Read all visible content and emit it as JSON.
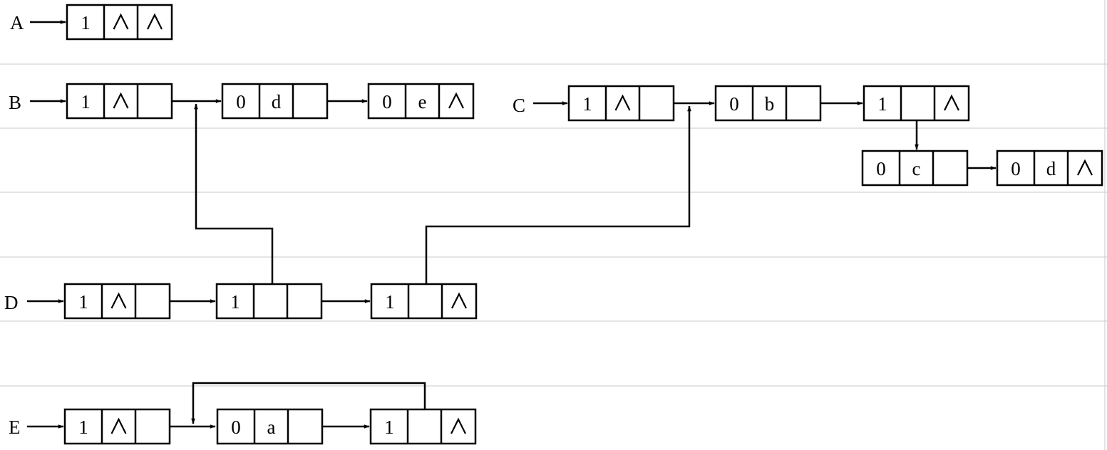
{
  "lists": {
    "A": {
      "label": "A",
      "nodes": [
        {
          "cells": [
            "1",
            "∧",
            "∧"
          ]
        }
      ]
    },
    "B": {
      "label": "B",
      "nodes": [
        {
          "cells": [
            "1",
            "∧",
            ""
          ]
        },
        {
          "cells": [
            "0",
            "d",
            ""
          ]
        },
        {
          "cells": [
            "0",
            "e",
            "∧"
          ]
        }
      ]
    },
    "C": {
      "label": "C",
      "nodes": [
        {
          "cells": [
            "1",
            "∧",
            ""
          ]
        },
        {
          "cells": [
            "0",
            "b",
            ""
          ]
        },
        {
          "cells": [
            "1",
            "",
            "∧"
          ]
        },
        {
          "cells": [
            "0",
            "c",
            ""
          ]
        },
        {
          "cells": [
            "0",
            "d",
            "∧"
          ]
        }
      ]
    },
    "D": {
      "label": "D",
      "nodes": [
        {
          "cells": [
            "1",
            "∧",
            ""
          ]
        },
        {
          "cells": [
            "1",
            "",
            ""
          ]
        },
        {
          "cells": [
            "1",
            "",
            "∧"
          ]
        }
      ]
    },
    "E": {
      "label": "E",
      "nodes": [
        {
          "cells": [
            "1",
            "∧",
            ""
          ]
        },
        {
          "cells": [
            "0",
            "a",
            ""
          ]
        },
        {
          "cells": [
            "1",
            "",
            "∧"
          ]
        }
      ]
    }
  }
}
